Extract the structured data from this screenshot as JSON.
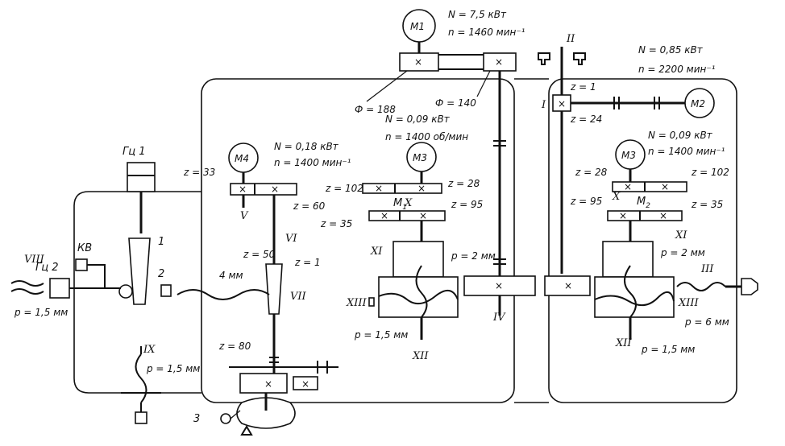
{
  "motors": {
    "m1": {
      "label": "M1",
      "power": "N = 7,5 кВт",
      "speed": "n = 1460 мин⁻¹"
    },
    "m2": {
      "label": "M2",
      "power": "N = 0,85 кВт",
      "speed": "n = 2200 мин⁻¹"
    },
    "m3_left": {
      "label": "M3",
      "power": "N = 0,09 кВт",
      "speed": "n = 1400 об/мин"
    },
    "m3_right": {
      "label": "M3",
      "power": "N = 0,09 кВт",
      "speed": "n = 1400 мин⁻¹"
    },
    "m4": {
      "label": "M4",
      "power": "N = 0,18 кВт",
      "speed": "n = 1400 мин⁻¹"
    }
  },
  "pulleys": {
    "left": "Ф = 188",
    "right": "Ф = 140"
  },
  "gears": {
    "z33": "z = 33",
    "z60": "z = 60",
    "z50": "z = 50",
    "z1_worm": "z = 1",
    "z80": "z = 80",
    "z102_left": "z = 102",
    "z28_left": "z = 28",
    "z35_left": "z = 35",
    "z95_left": "z = 95",
    "z28_right": "z = 28",
    "z102_right": "z = 102",
    "z95_right": "z = 95",
    "z35_right": "z = 35",
    "z1_top": "z = 1",
    "z24": "z = 24"
  },
  "couplings": {
    "m1": "M",
    "m1_sub": "1",
    "m2": "M",
    "m2_sub": "2"
  },
  "pitches": {
    "p15_left": "p = 1,5 мм",
    "p2_left": "p = 2 мм",
    "p15_mid": "p = 1,5 мм",
    "p2_right": "p = 2 мм",
    "p15_right": "p = 1,5 мм",
    "p6": "p = 6 мм",
    "p15_ix": "p = 1,5 мм",
    "four_mm": "4 мм"
  },
  "shafts": {
    "I": "I",
    "II": "II",
    "III": "III",
    "IV": "IV",
    "V": "V",
    "VI": "VI",
    "VII": "VII",
    "VIII": "VIII",
    "IX": "IX",
    "X_left": "X",
    "X_right": "X",
    "XI_left": "XI",
    "XI_right": "XI",
    "XII_left": "XII",
    "XII_right": "XII",
    "XIII_left": "XIII",
    "XIII_right": "XIII"
  },
  "hydraulics": {
    "gc1": "Гц 1",
    "gc2": "Гц 2",
    "kv": "КВ"
  },
  "numbers": {
    "n1": "1",
    "n2": "2",
    "n3": "3"
  }
}
